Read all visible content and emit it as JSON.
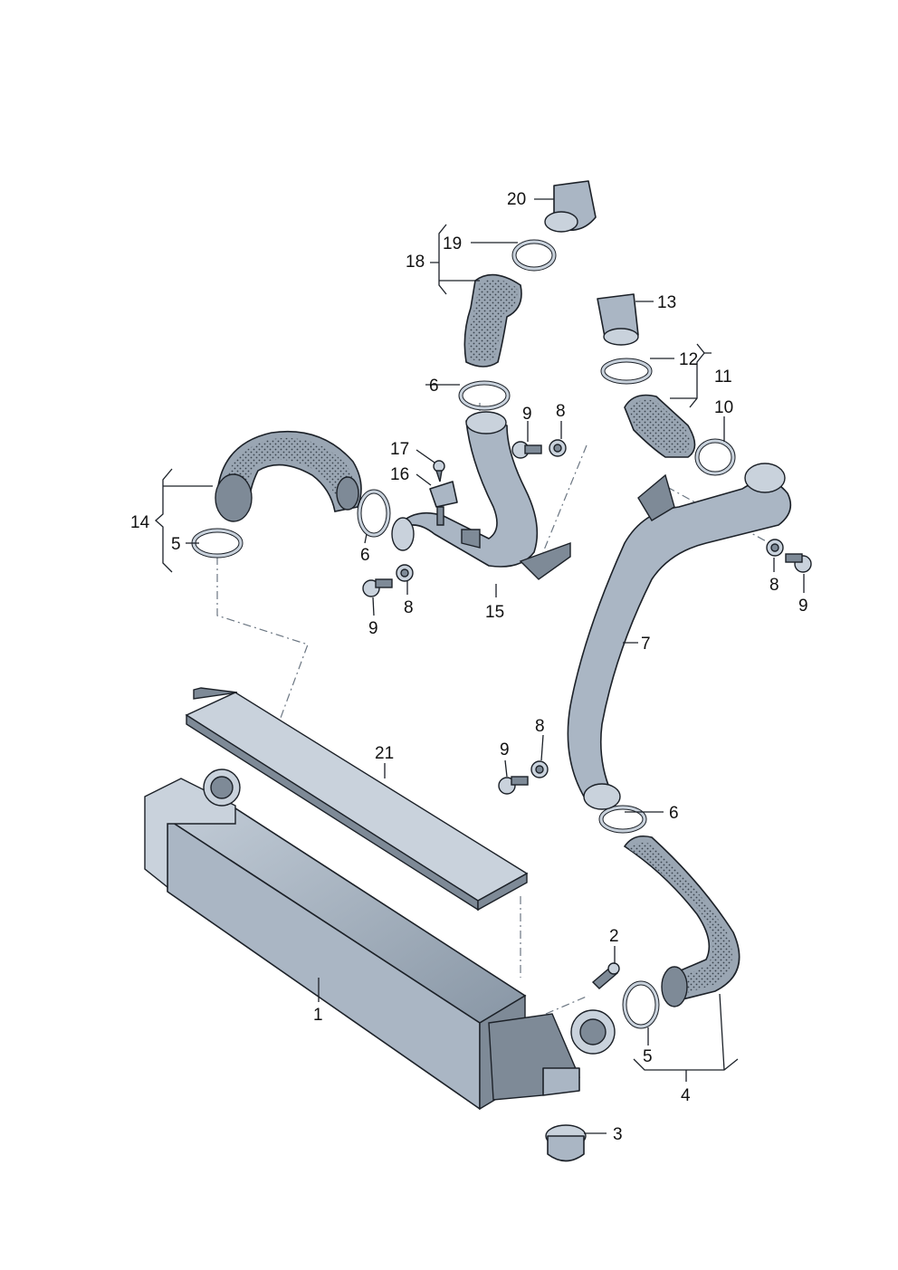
{
  "diagram": {
    "callouts": {
      "c1": "1",
      "c2": "2",
      "c3": "3",
      "c4": "4",
      "c5a": "5",
      "c5b": "5",
      "c6a": "6",
      "c6b": "6",
      "c6c": "6",
      "c7": "7",
      "c8a": "8",
      "c8b": "8",
      "c8c": "8",
      "c8d": "8",
      "c9a": "9",
      "c9b": "9",
      "c9c": "9",
      "c9d": "9",
      "c10": "10",
      "c11": "11",
      "c12": "12",
      "c13": "13",
      "c14": "14",
      "c15": "15",
      "c16": "16",
      "c17": "17",
      "c18": "18",
      "c19": "19",
      "c20": "20",
      "c21": "21"
    }
  }
}
